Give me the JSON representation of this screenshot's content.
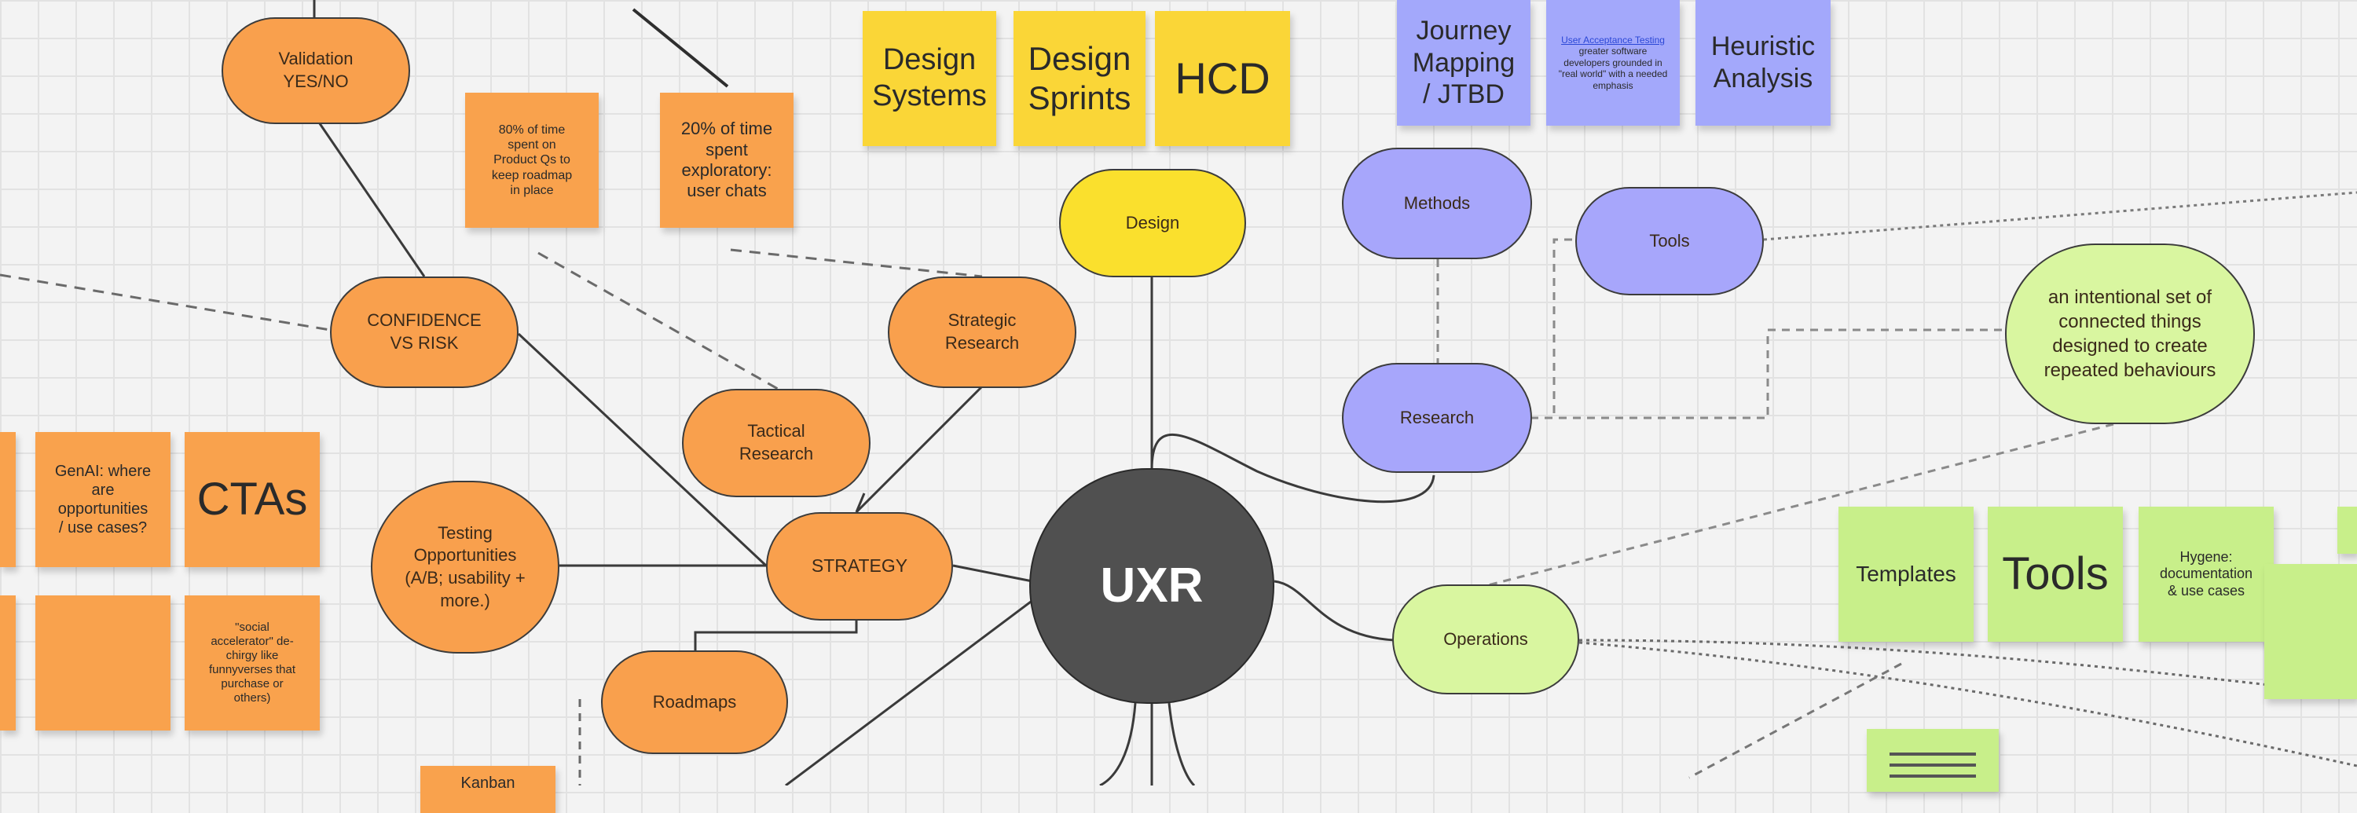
{
  "nodes": {
    "validation": "Validation\nYES/NO",
    "confidence": "CONFIDENCE\nVS RISK",
    "strategic_research": "Strategic\nResearch",
    "tactical_research": "Tactical\nResearch",
    "testing": "Testing\nOpportunities\n(A/B; usability +\nmore.)",
    "strategy": "STRATEGY",
    "roadmaps": "Roadmaps",
    "uxr": "UXR",
    "design": "Design",
    "methods": "Methods",
    "tools": "Tools",
    "research": "Research",
    "operations": "Operations",
    "system_definition": "an intentional set of\nconnected things\ndesigned to create\nrepeated behaviours"
  },
  "stickies": {
    "eighty_percent": "80% of time\nspent on\nProduct Qs to\nkeep roadmap\nin place",
    "twenty_percent": "20% of time\nspent\nexploratory:\nuser chats",
    "design_systems": "Design\nSystems",
    "design_sprints": "Design\nSprints",
    "hcd": "HCD",
    "journey_mapping": "Journey\nMapping\n/ JTBD",
    "tiny_note_link": "User Acceptance Testing",
    "tiny_note_text": "greater software developers grounded in \"real world\" with a needed emphasis",
    "heuristic_analysis": "Heuristic\nAnalysis",
    "genai": "GenAI: where\nare\nopportunities\n/ use cases?",
    "ctas": "CTAs",
    "social_accelerator": "\"social\naccelerator\" de-\nchirgy like\nfunnyverses that\npurchase or\nothers)",
    "templates": "Templates",
    "tools_big": "Tools",
    "hygiene": "Hygene:\ndocumentation\n& use cases",
    "kanban": "Kanban"
  },
  "colors": {
    "orange": "#f9a04d",
    "yellow": "#fae02d",
    "purple": "#a7a6fb",
    "green": "#d9f6a0",
    "center": "#505050",
    "connector": "#3a3a3a",
    "dashed": "#6a6a6a"
  },
  "icons": {
    "arrow": "arrow-icon",
    "lines": "text-lines-icon"
  }
}
